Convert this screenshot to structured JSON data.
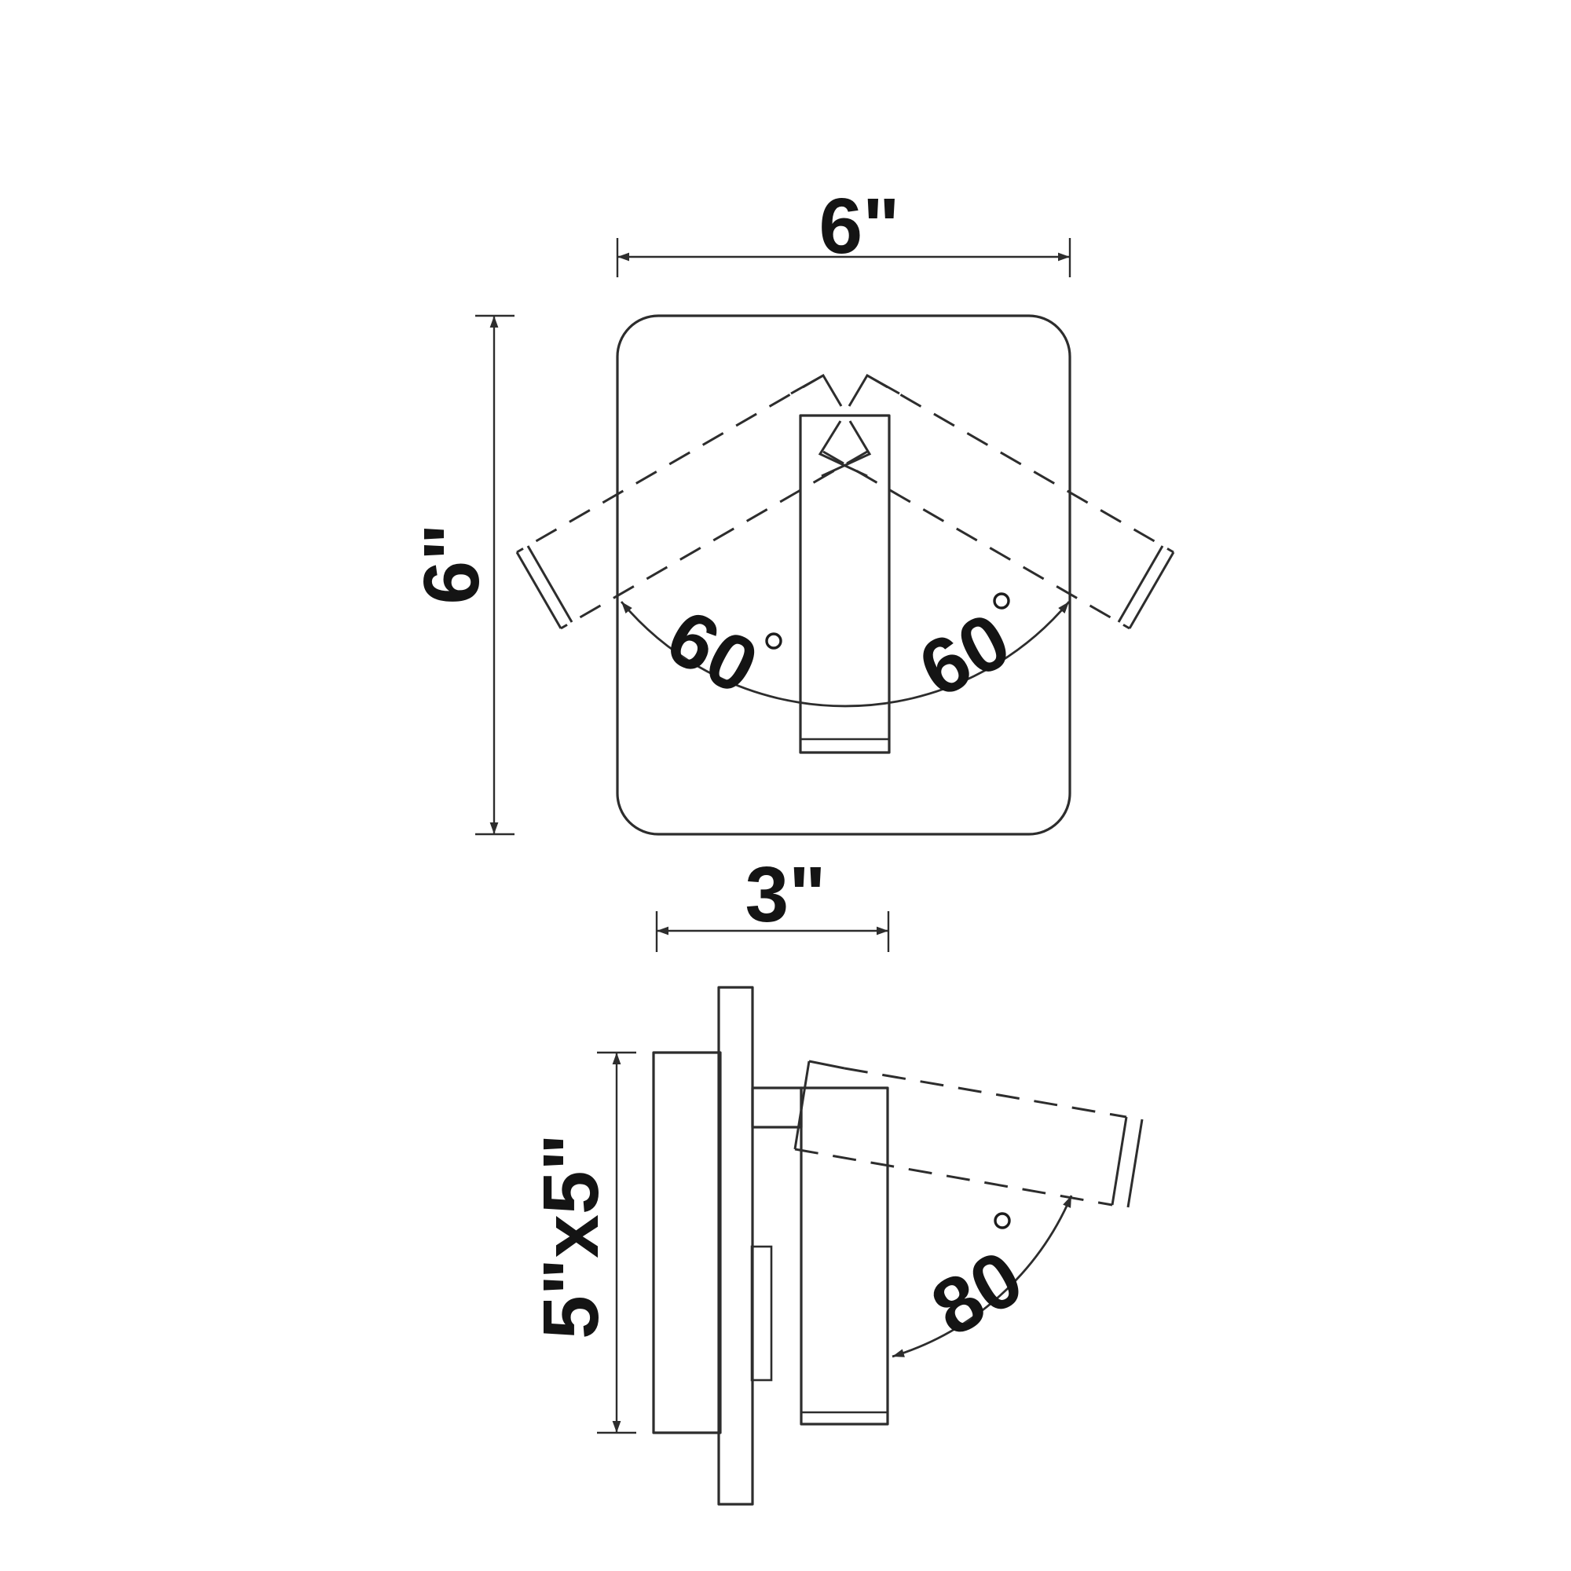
{
  "page": {
    "background": "#ffffff",
    "line_color": "#2d2d2d",
    "text_color": "#141414",
    "description": "Technical dimension drawing of an adjustable wall sconce, front view and side view"
  },
  "front_view": {
    "width_dim": "6\"",
    "height_dim": "6\"",
    "swivel_left_angle": "60",
    "swivel_right_angle": "60"
  },
  "side_view": {
    "depth_dim": "3\"",
    "backplate_dim": "5\"x5\"",
    "tilt_angle": "80"
  }
}
